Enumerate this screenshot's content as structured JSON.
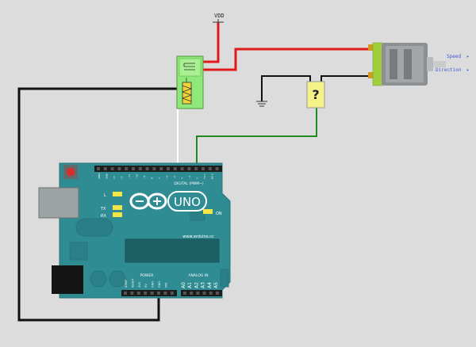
{
  "power": {
    "vdd_label": "VDD"
  },
  "unknown_part": {
    "label": "?"
  },
  "motor": {
    "speed_label": "Speed",
    "direction_label": "Direction"
  },
  "arduino": {
    "logo_text": "UNO",
    "website": "www.arduino.cc",
    "digital_header": "DIGITAL (PWM~)",
    "power_header": "POWER",
    "analog_header": "ANALOG IN",
    "led_l": "L",
    "led_tx": "TX",
    "led_rx": "RX",
    "led_on": "ON",
    "analog_pins": [
      "A0",
      "A1",
      "A2",
      "A3",
      "A4",
      "A5"
    ],
    "power_pins": [
      "IOREF",
      "RESET",
      "3V3",
      "5V",
      "GND",
      "GND",
      "VIN"
    ],
    "digital_pins": [
      "AREF",
      "GND",
      "13",
      "12",
      "~11",
      "~10",
      "~9",
      "8",
      "7",
      "~6",
      "~5",
      "4",
      "~3",
      "2",
      "TX 1",
      "RX 0"
    ]
  },
  "colors": {
    "background": "#dcdcdc",
    "board": "#2f8c93",
    "wire_red": "#e0191a",
    "wire_black": "#111111",
    "wire_green": "#1f8a1f",
    "wire_white": "#ffffff",
    "relay_green": "#8ee87a",
    "unknown_yellow": "#f6f28a"
  }
}
